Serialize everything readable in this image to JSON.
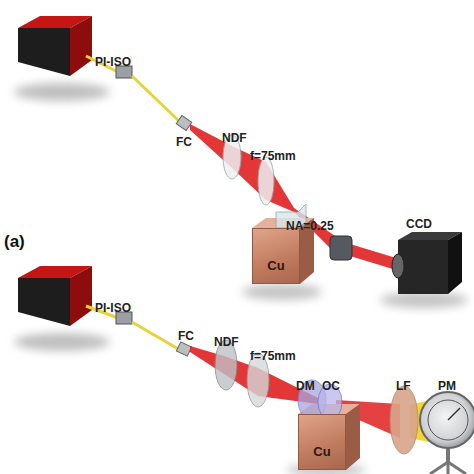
{
  "diagram": {
    "nodes": [
      {
        "text": [
          "Cu"
        ]
      },
      {
        "text": [
          "Cu"
        ]
      }
    ],
    "labels": [
      "PI-ISO",
      "FC",
      "NDF",
      "f=75mm",
      "NA=0.25",
      "CCD",
      "(a)",
      "PI-ISO",
      "FC",
      "NDF",
      "f=75mm",
      "DM",
      "OC",
      "LF",
      "PM"
    ]
  }
}
